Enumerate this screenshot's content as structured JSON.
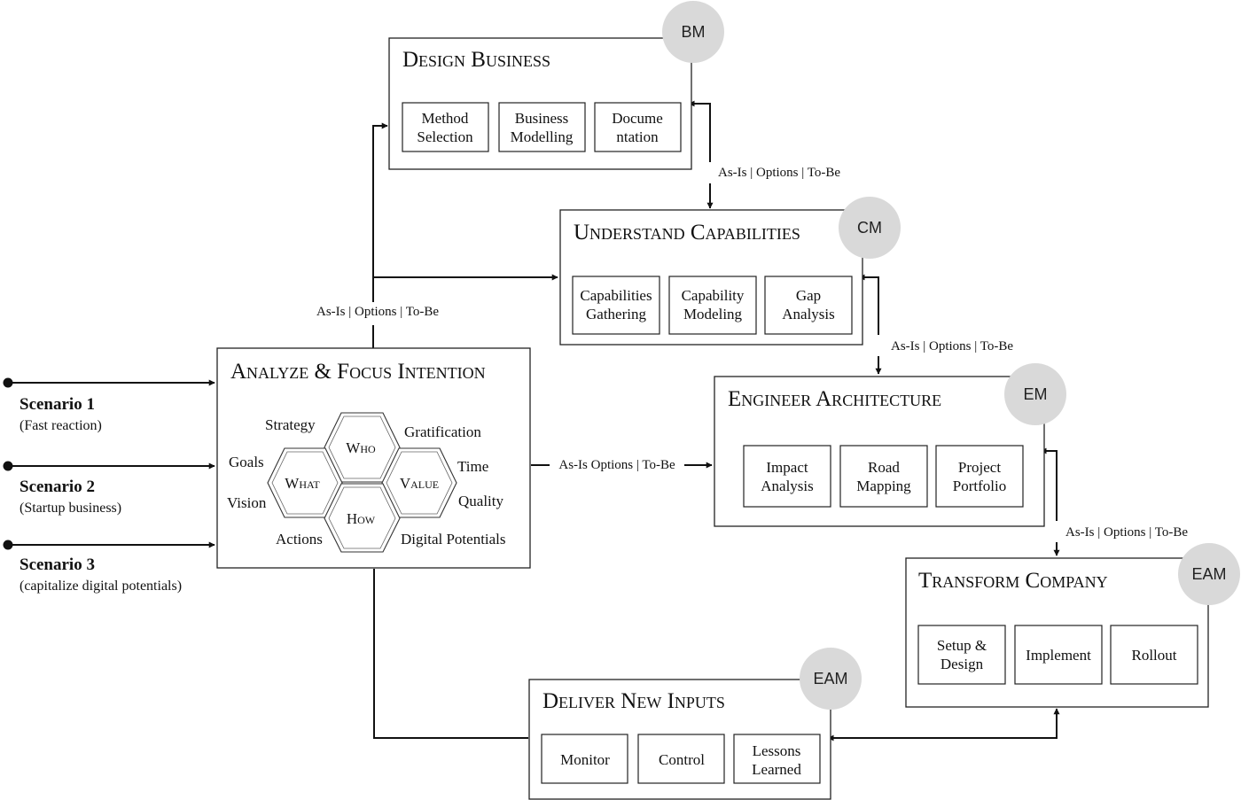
{
  "scenarios": [
    {
      "title": "Scenario  1",
      "subtitle": "(Fast reaction)"
    },
    {
      "title": "Scenario  2",
      "subtitle": "(Startup business)"
    },
    {
      "title": "Scenario  3",
      "subtitle": "(capitalize digital potentials)"
    }
  ],
  "analyze": {
    "title": "Analyze & Focus Intention",
    "hexagons": {
      "who": "Who",
      "what": "What",
      "value": "Value",
      "how": "How"
    },
    "labels": {
      "strategy": "Strategy",
      "goals": "Goals",
      "vision": "Vision",
      "actions": "Actions",
      "gratification": "Gratification",
      "time": "Time",
      "quality": "Quality",
      "digital_potentials": "Digital Potentials"
    }
  },
  "design_business": {
    "title": "Design Business",
    "badge": "BM",
    "items": [
      [
        "Method",
        "Selection"
      ],
      [
        "Business",
        "Modelling"
      ],
      [
        "Docume",
        "ntation"
      ]
    ]
  },
  "understand_capabilities": {
    "title": "Understand Capabilities",
    "badge": "CM",
    "items": [
      [
        "Capabilities",
        "Gathering"
      ],
      [
        "Capability",
        "Modeling"
      ],
      [
        "Gap",
        "Analysis"
      ]
    ]
  },
  "engineer_architecture": {
    "title": "Engineer Architecture",
    "badge": "EM",
    "items": [
      [
        "Impact",
        "Analysis"
      ],
      [
        "Road",
        "Mapping"
      ],
      [
        "Project",
        "Portfolio"
      ]
    ]
  },
  "transform_company": {
    "title": "Transform Company",
    "badge": "EAM",
    "items": [
      [
        "Setup &",
        "Design"
      ],
      [
        "Implement"
      ],
      [
        "Rollout"
      ]
    ]
  },
  "deliver_new_inputs": {
    "title": "Deliver New Inputs",
    "badge": "EAM",
    "items": [
      [
        "Monitor"
      ],
      [
        "Control"
      ],
      [
        "Lessons",
        "Learned"
      ]
    ]
  },
  "flow_labels": {
    "analyze_up": "As-Is | Options | To-Be",
    "design_to_capabilities": "As-Is | Options | To-Be",
    "capabilities_to_architecture": "As-Is | Options | To-Be",
    "analyze_to_architecture": "As-Is  Options | To-Be",
    "architecture_to_transform": "As-Is | Options | To-Be"
  }
}
